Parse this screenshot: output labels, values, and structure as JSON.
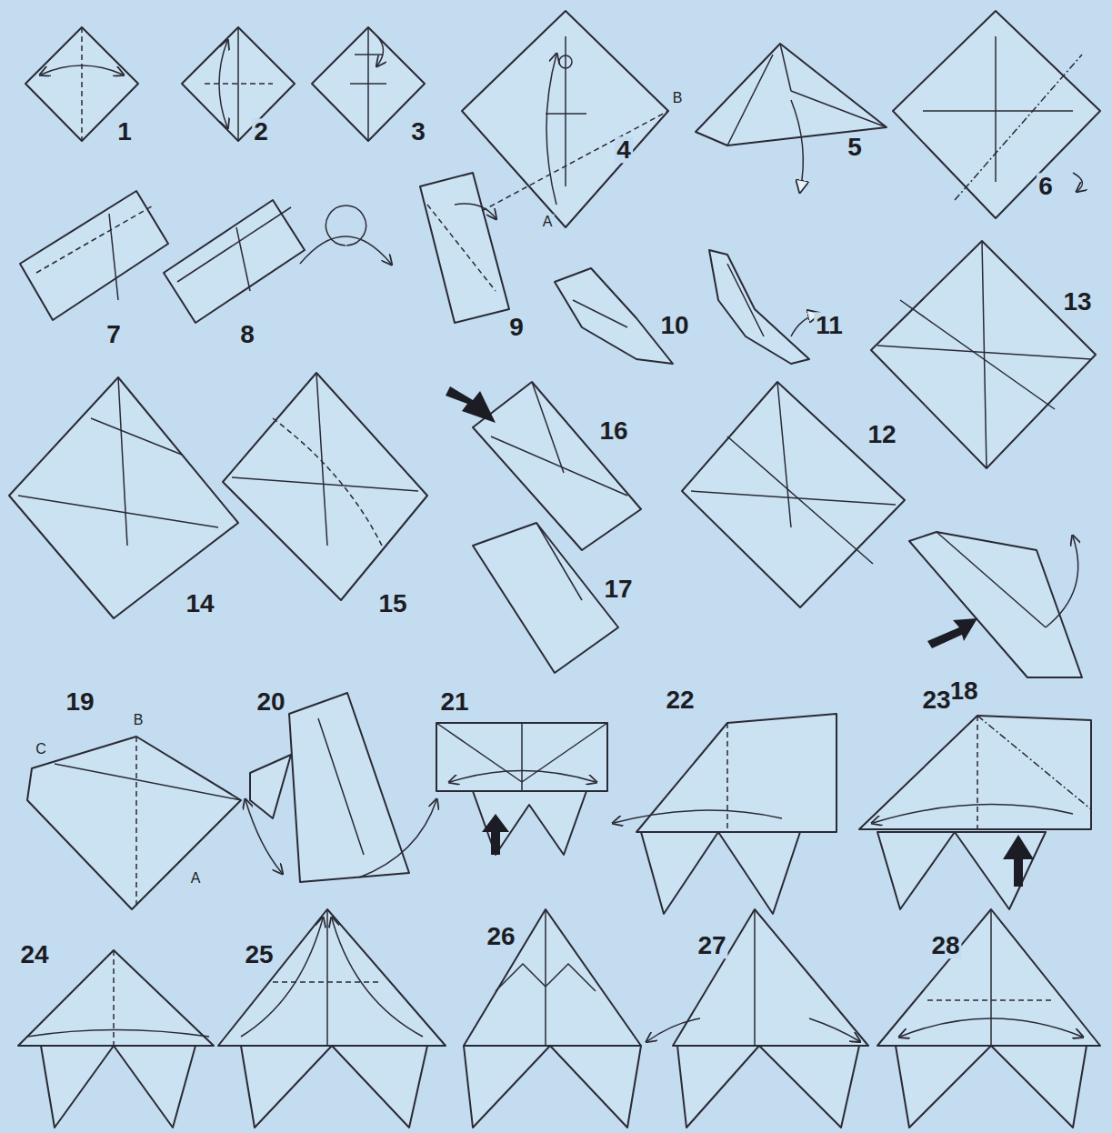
{
  "diagram": {
    "labels": [
      "1",
      "2",
      "3",
      "B",
      "4",
      "A",
      "5",
      "6",
      "7",
      "8",
      "9",
      "10",
      "11",
      "13",
      "16",
      "12",
      "14",
      "15",
      "17",
      "18",
      "19",
      "B",
      "C",
      "A",
      "20",
      "21",
      "22",
      "23",
      "24",
      "25",
      "26",
      "27",
      "28"
    ]
  }
}
